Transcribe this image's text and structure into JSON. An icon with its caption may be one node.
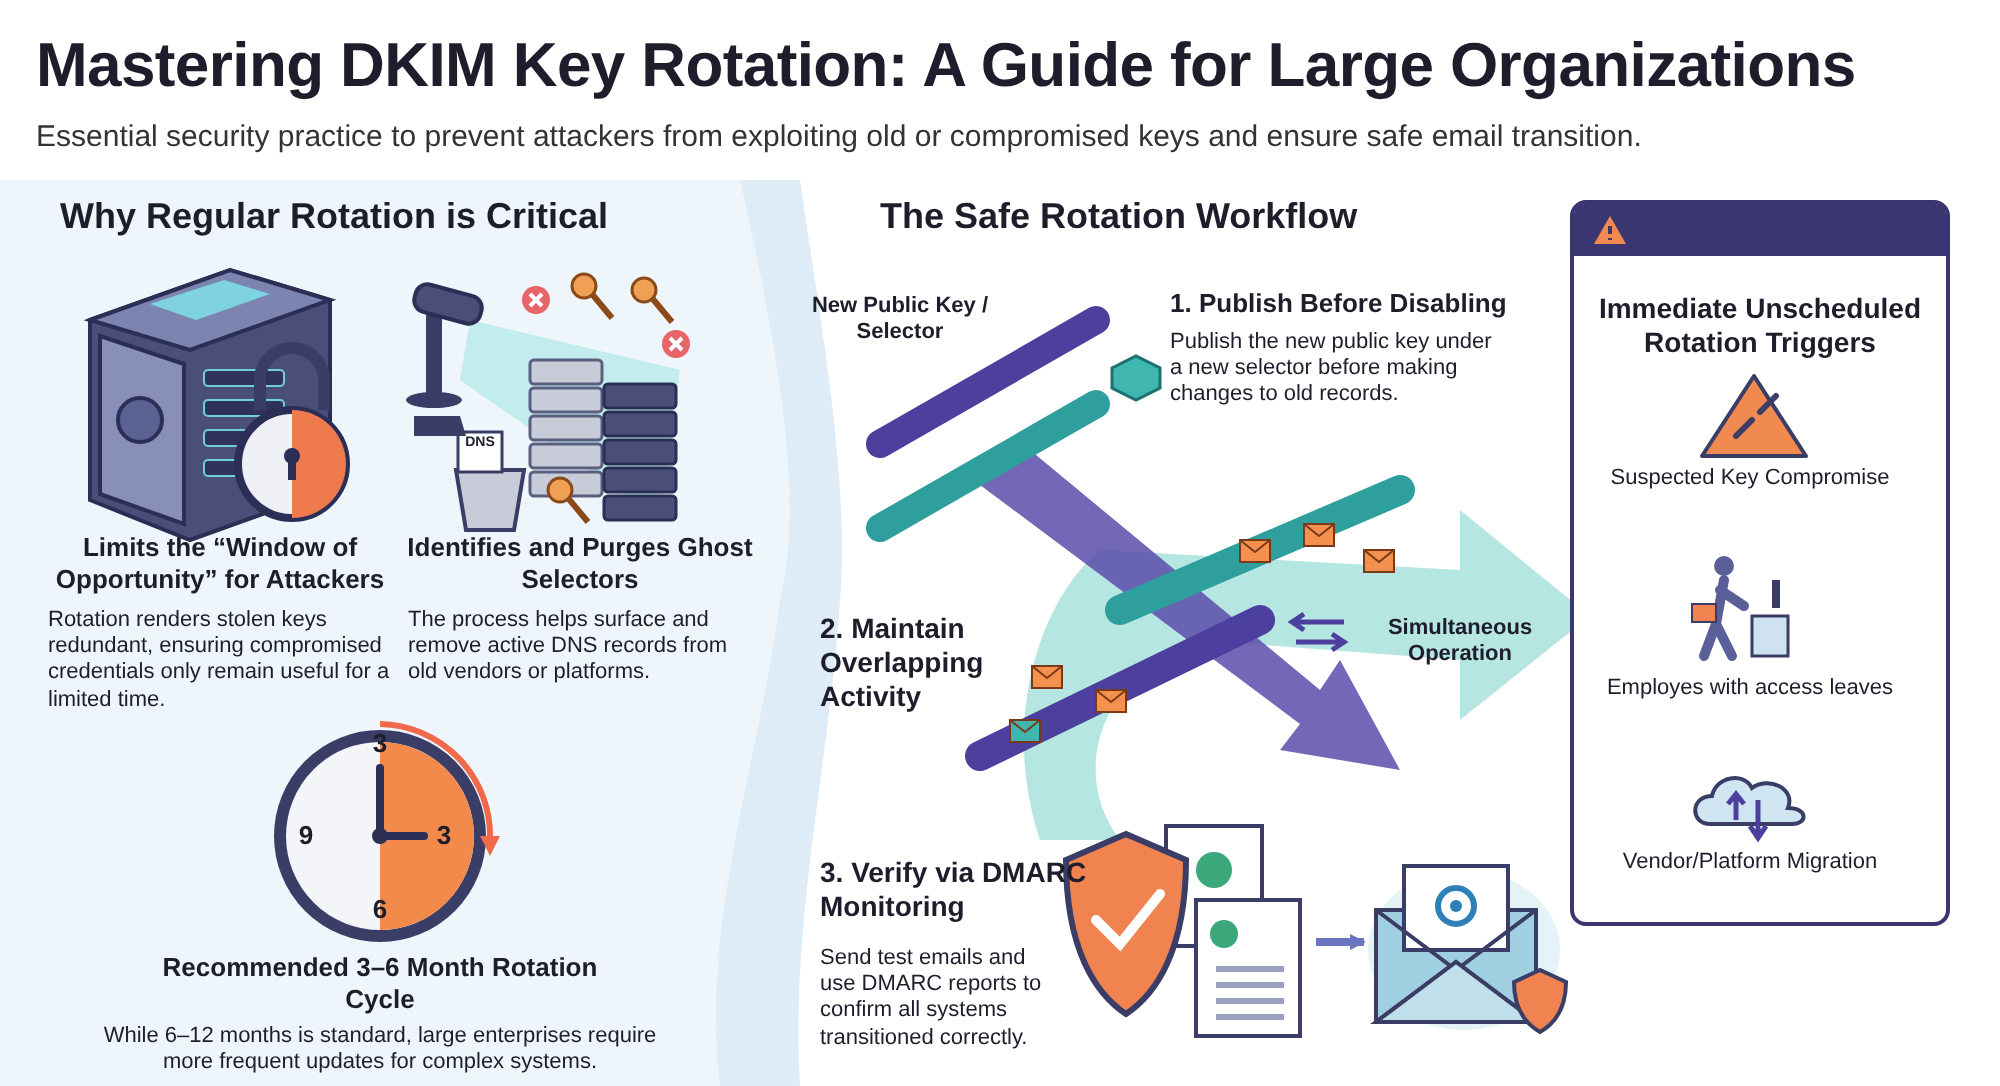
{
  "diagram": {
    "title": "Mastering DKIM Key Rotation: A Guide for Large Organizations",
    "nodes": [
      {
        "text": [
          "Immediate Unscheduled Rotation Triggers"
        ]
      },
      {
        "text": [],
        "shape": "picture"
      },
      {
        "text": [],
        "shape": "picture"
      }
    ],
    "edges": [
      {
        "from": 1,
        "to": 2,
        "arrow": "to"
      }
    ],
    "labels": [
      "Essential security practice to prevent attackers from exploiting old or compromised keys and ensure safe email transition.",
      "Why Regular Rotation is Critical",
      "DNS",
      "Limits the “Window of Opportunity” for Attackers",
      "Rotation renders stolen keys redundant, ensuring compromised credentials only remain useful for a limited time.",
      "Identifies and Purges Ghost Selectors",
      "The process helps surface and remove active DNS records from old vendors or platforms.",
      "3",
      "9",
      "3",
      "6",
      "Recommended 3–6 Month Rotation Cycle",
      "While 6–12 months is standard, large enterprises require more frequent updates for complex systems.",
      "The Safe Rotation Workflow",
      "New Public Key / Selector",
      "1. Publish Before Disabling",
      "Publish the new public key under a new selector before making changes to old records.",
      "2. Maintain Overlapping Activity",
      "Simultaneous Operation",
      "3. Verify via DMARC Monitoring",
      "Send test emails and use DMARC reports to confirm all systems transitioned correctly.",
      "Suspected Key Compromise",
      "Employes with access leaves",
      "Vendor/Platform Migration"
    ]
  }
}
